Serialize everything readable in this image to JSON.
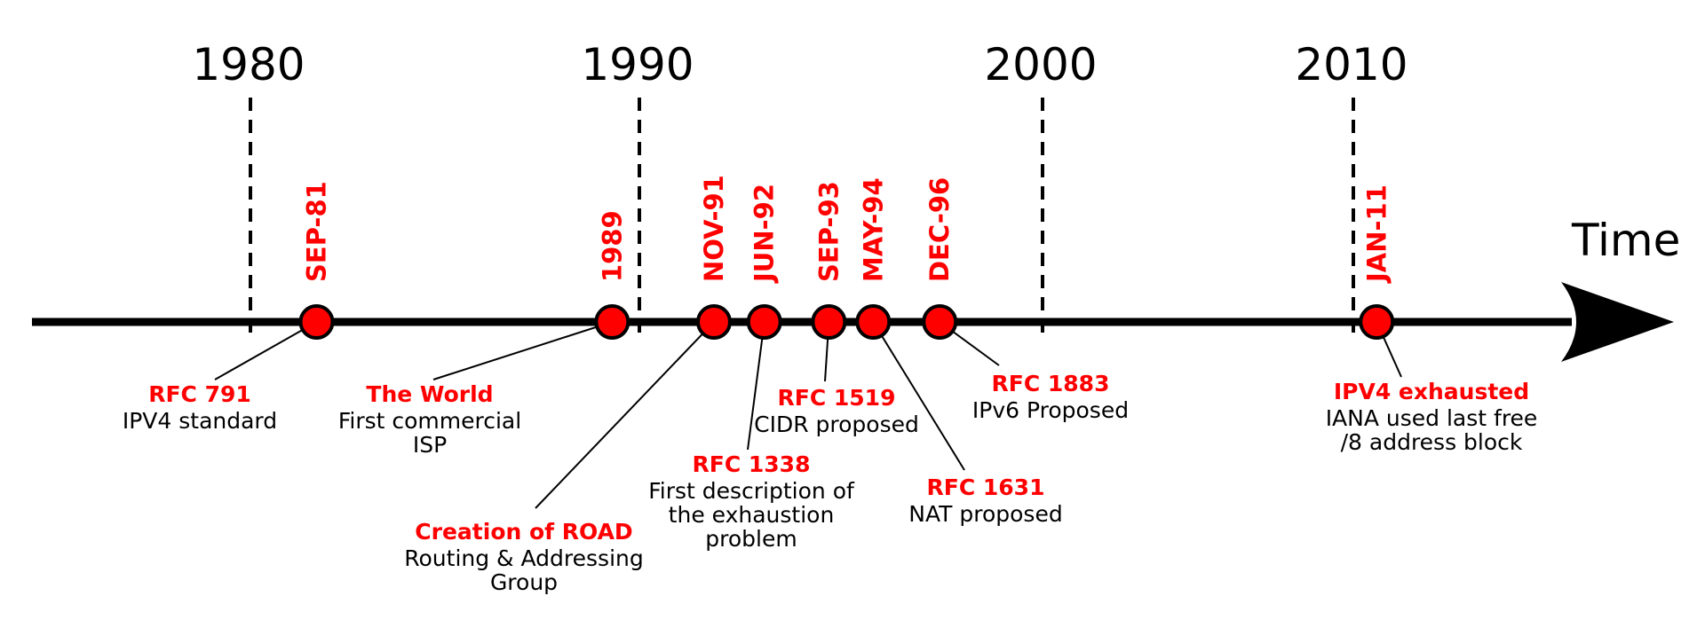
{
  "colors": {
    "accent": "#ff0000",
    "marker_fill": "#ff0000",
    "line": "#000000",
    "text": "#000000"
  },
  "axis_label": "Time",
  "decades": [
    {
      "label": "1980",
      "year": 1980
    },
    {
      "label": "1990",
      "year": 1990
    },
    {
      "label": "2000",
      "year": 2000
    },
    {
      "label": "2010",
      "year": 2010
    }
  ],
  "events": [
    {
      "date_label": "SEP-81",
      "year": 1981.7,
      "title": "RFC 791",
      "desc": [
        "IPV4 standard"
      ]
    },
    {
      "date_label": "1989",
      "year": 1989.3,
      "title": "The World",
      "desc": [
        "First commercial",
        "ISP"
      ]
    },
    {
      "date_label": "NOV-91",
      "year": 1991.85,
      "title": "Creation of ROAD",
      "desc": [
        "Routing & Addressing",
        "Group"
      ]
    },
    {
      "date_label": "JUN-92",
      "year": 1993.1,
      "title": "RFC 1338",
      "desc": [
        "First description of",
        "the exhaustion",
        "problem"
      ]
    },
    {
      "date_label": "SEP-93",
      "year": 1994.7,
      "title": "RFC 1519",
      "desc": [
        "CIDR proposed"
      ]
    },
    {
      "date_label": "MAY-94",
      "year": 1995.8,
      "title": "RFC 1631",
      "desc": [
        "NAT proposed"
      ]
    },
    {
      "date_label": "DEC-96",
      "year": 1997.45,
      "title": "RFC 1883",
      "desc": [
        "IPv6 Proposed"
      ]
    },
    {
      "date_label": "JAN-11",
      "year": 2010.75,
      "title": "IPV4 exhausted",
      "desc": [
        "IANA used last free",
        "/8 address block"
      ]
    }
  ]
}
